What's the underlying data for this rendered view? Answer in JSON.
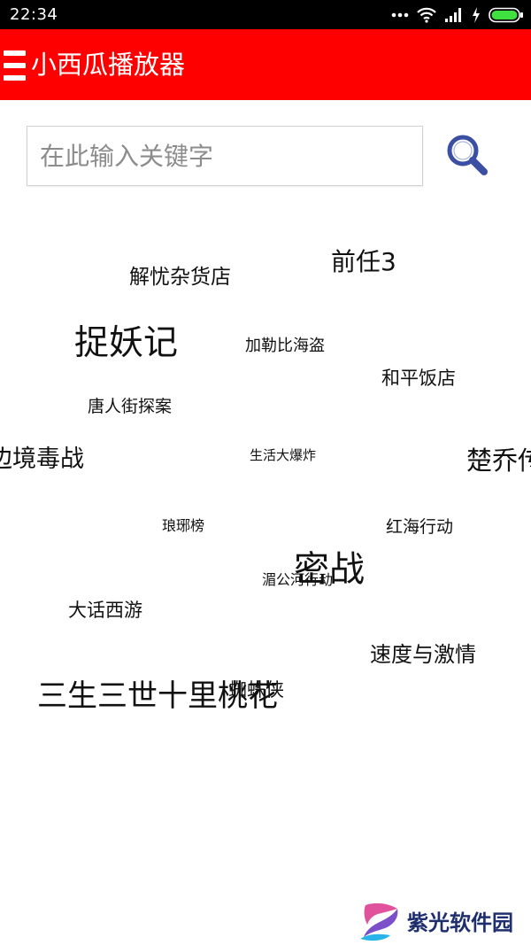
{
  "status_bar": {
    "time": "22:34",
    "icons": [
      "more-dots-icon",
      "wifi-icon",
      "signal-icon",
      "charging-icon",
      "battery-icon"
    ]
  },
  "app_bar": {
    "title": "小西瓜播放器",
    "background_color": "#ff0000",
    "menu_icon": "menu-icon"
  },
  "search": {
    "placeholder": "在此输入关键字",
    "value": "",
    "button_icon": "search-icon",
    "icon_color": "#3b4fa3"
  },
  "keywords": [
    {
      "text": "解忧杂货店"
    },
    {
      "text": "前任3"
    },
    {
      "text": "捉妖记"
    },
    {
      "text": "加勒比海盗"
    },
    {
      "text": "和平饭店"
    },
    {
      "text": "唐人街探案"
    },
    {
      "text": "边境毒战"
    },
    {
      "text": "生活大爆炸"
    },
    {
      "text": "楚乔传"
    },
    {
      "text": "琅琊榜"
    },
    {
      "text": "红海行动"
    },
    {
      "text": "湄公河行动"
    },
    {
      "text": "密战"
    },
    {
      "text": "大话西游"
    },
    {
      "text": "速度与激情"
    },
    {
      "text": "蜘蛛侠"
    },
    {
      "text": "三生三世十里桃花"
    }
  ],
  "watermark": {
    "text": "紫光软件园"
  }
}
